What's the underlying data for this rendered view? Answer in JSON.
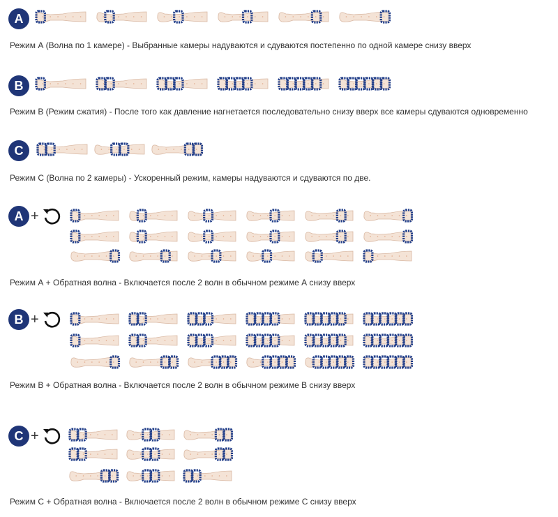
{
  "colors": {
    "badge": "#1f3577",
    "cuff": "#24408a",
    "leg_fill": "#f4e3d6",
    "leg_stroke": "#d9b8a3",
    "text": "#333333"
  },
  "icons": {
    "reverse": "counterclockwise-arrow-icon"
  },
  "modes": [
    {
      "letter": "A",
      "reverse": false,
      "caption": "Режим А (Волна  по 1 камере) - Выбранные камеры надуваются и сдуваются постепенно по одной камере снизу вверх",
      "rows": [
        [
          [
            0
          ],
          [
            1
          ],
          [
            2
          ],
          [
            3
          ],
          [
            4
          ],
          [
            5
          ]
        ]
      ]
    },
    {
      "letter": "B",
      "reverse": false,
      "caption": "Режим В (Режим сжатия) - После того как давление нагнетается последовательно снизу вверх все камеры сдуваются одновременно",
      "rows": [
        [
          [
            0
          ],
          [
            0,
            1
          ],
          [
            0,
            1,
            2
          ],
          [
            0,
            1,
            2,
            3
          ],
          [
            0,
            1,
            2,
            3,
            4
          ],
          [
            0,
            1,
            2,
            3,
            4,
            5
          ]
        ]
      ]
    },
    {
      "letter": "C",
      "reverse": false,
      "caption": "Режим С (Волна по 2 камеры) - Ускоренный режим, камеры надуваются и сдуваются  по две.",
      "rows": [
        [
          [
            0,
            1
          ],
          [
            2,
            3
          ],
          [
            4,
            5
          ]
        ]
      ]
    },
    {
      "letter": "A",
      "reverse": true,
      "caption": "Режим А + Обратная волна - Включается после 2 волн в обычном режиме А снизу вверх",
      "rows": [
        [
          [
            0
          ],
          [
            1
          ],
          [
            2
          ],
          [
            3
          ],
          [
            4
          ],
          [
            5
          ]
        ],
        [
          [
            0
          ],
          [
            1
          ],
          [
            2
          ],
          [
            3
          ],
          [
            4
          ],
          [
            5
          ]
        ],
        [
          [
            5
          ],
          [
            4
          ],
          [
            3
          ],
          [
            2
          ],
          [
            1
          ],
          [
            0
          ]
        ]
      ]
    },
    {
      "letter": "B",
      "reverse": true,
      "caption": "Режим В + Обратная волна - Включается после 2 волн в обычном режиме В снизу вверх",
      "rows": [
        [
          [
            0
          ],
          [
            0,
            1
          ],
          [
            0,
            1,
            2
          ],
          [
            0,
            1,
            2,
            3
          ],
          [
            0,
            1,
            2,
            3,
            4
          ],
          [
            0,
            1,
            2,
            3,
            4,
            5
          ]
        ],
        [
          [
            0
          ],
          [
            0,
            1
          ],
          [
            0,
            1,
            2
          ],
          [
            0,
            1,
            2,
            3
          ],
          [
            0,
            1,
            2,
            3,
            4
          ],
          [
            0,
            1,
            2,
            3,
            4,
            5
          ]
        ],
        [
          [
            5
          ],
          [
            4,
            5
          ],
          [
            3,
            4,
            5
          ],
          [
            2,
            3,
            4,
            5
          ],
          [
            1,
            2,
            3,
            4,
            5
          ],
          [
            0,
            1,
            2,
            3,
            4,
            5
          ]
        ]
      ]
    },
    {
      "letter": "C",
      "reverse": true,
      "caption": "Режим С + Обратная волна - Включается после 2 волн в обычном режиме С снизу вверх",
      "rows": [
        [
          [
            0,
            1
          ],
          [
            2,
            3
          ],
          [
            4,
            5
          ]
        ],
        [
          [
            0,
            1
          ],
          [
            2,
            3
          ],
          [
            4,
            5
          ]
        ],
        [
          [
            4,
            5
          ],
          [
            2,
            3
          ],
          [
            0,
            1
          ]
        ]
      ]
    }
  ]
}
